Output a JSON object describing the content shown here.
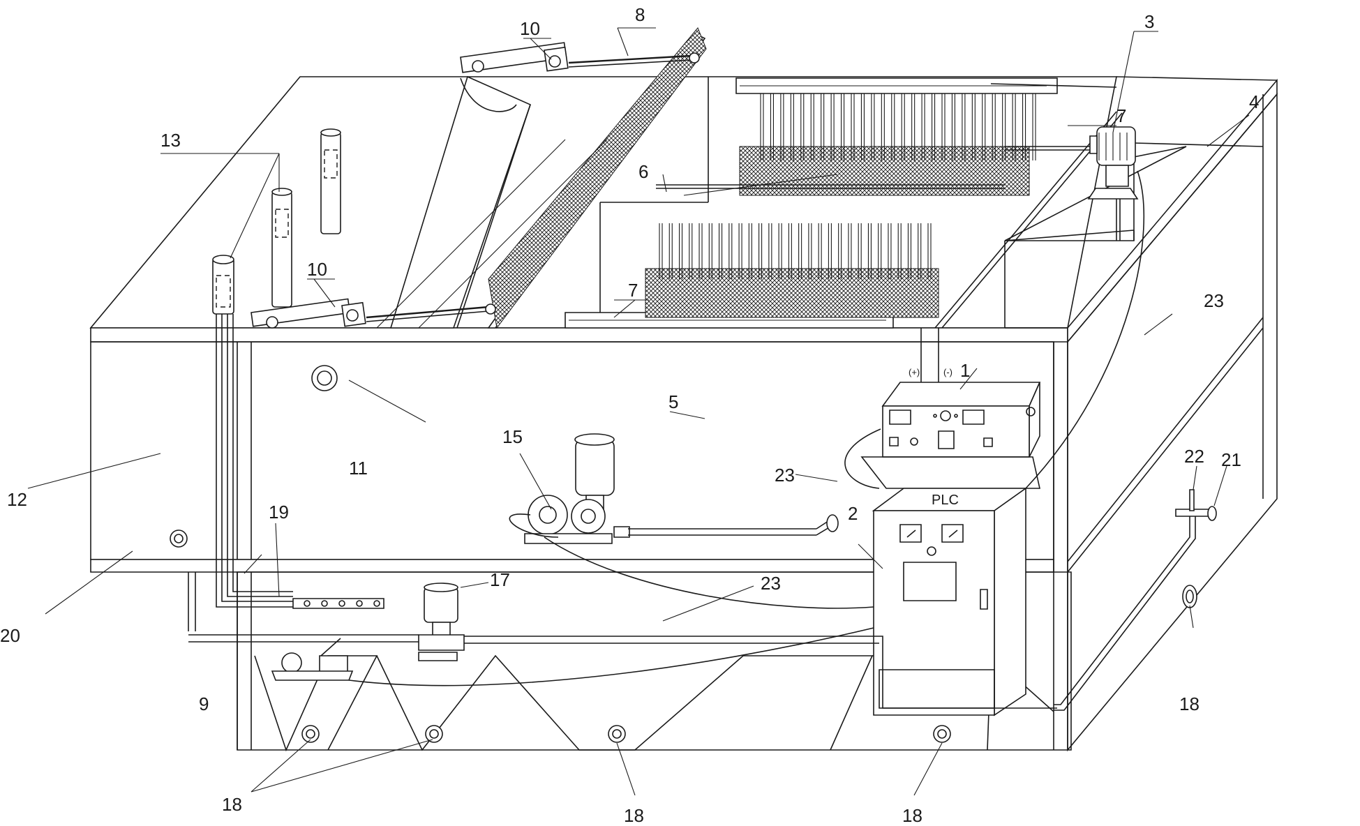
{
  "figure": {
    "callouts": [
      {
        "id": "c1",
        "text": "1"
      },
      {
        "id": "c2",
        "text": "2"
      },
      {
        "id": "c3",
        "text": "3"
      },
      {
        "id": "c4",
        "text": "4"
      },
      {
        "id": "c5",
        "text": "5"
      },
      {
        "id": "c6",
        "text": "6"
      },
      {
        "id": "c7a",
        "text": "7"
      },
      {
        "id": "c7b",
        "text": "7"
      },
      {
        "id": "c8",
        "text": "8"
      },
      {
        "id": "c9",
        "text": "9"
      },
      {
        "id": "c10a",
        "text": "10"
      },
      {
        "id": "c10b",
        "text": "10"
      },
      {
        "id": "c11",
        "text": "11"
      },
      {
        "id": "c12",
        "text": "12"
      },
      {
        "id": "c13",
        "text": "13"
      },
      {
        "id": "c15",
        "text": "15"
      },
      {
        "id": "c17",
        "text": "17"
      },
      {
        "id": "c18a",
        "text": "18"
      },
      {
        "id": "c18b",
        "text": "18"
      },
      {
        "id": "c18c",
        "text": "18"
      },
      {
        "id": "c18d",
        "text": "18"
      },
      {
        "id": "c19",
        "text": "19"
      },
      {
        "id": "c20",
        "text": "20"
      },
      {
        "id": "c21",
        "text": "21"
      },
      {
        "id": "c22",
        "text": "22"
      },
      {
        "id": "c23a",
        "text": "23"
      },
      {
        "id": "c23b",
        "text": "23"
      },
      {
        "id": "c23c",
        "text": "23"
      }
    ],
    "plc_label": "PLC",
    "plus_label": "(+)",
    "minus_label": "(-)"
  }
}
